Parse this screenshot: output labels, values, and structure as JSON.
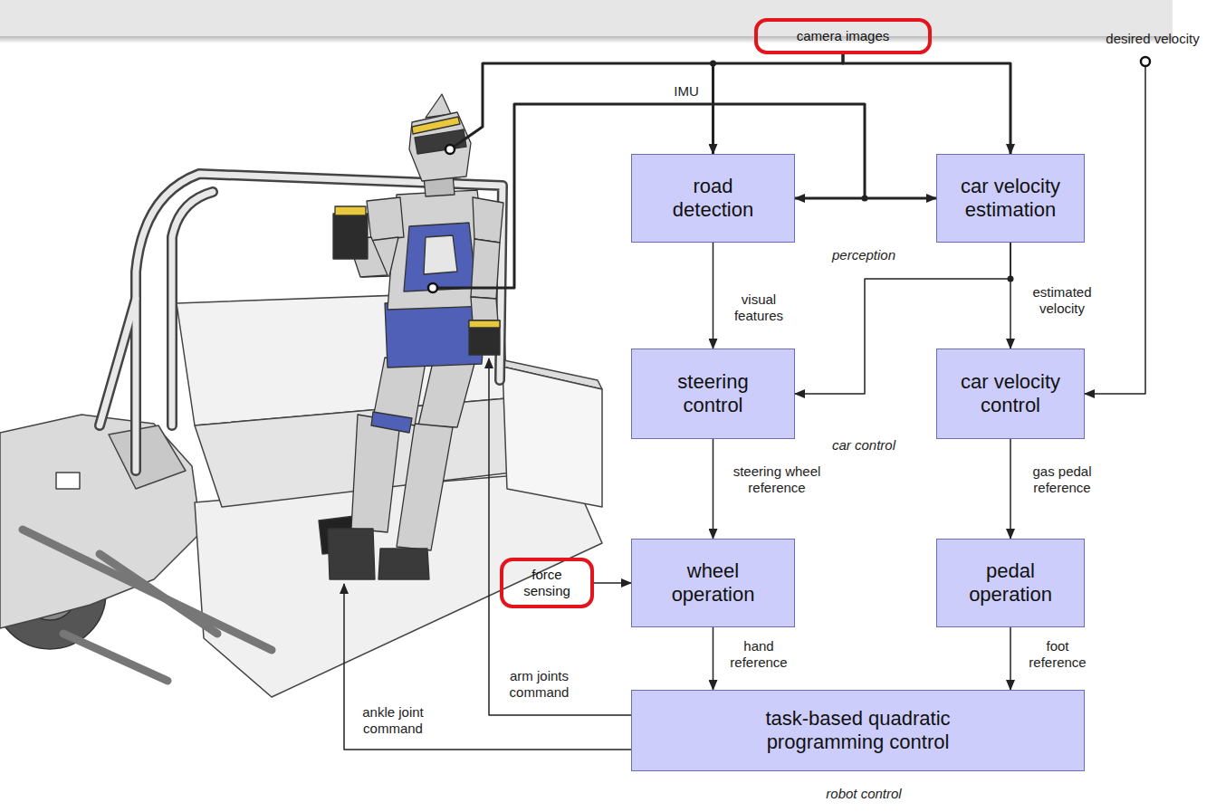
{
  "diagram": {
    "nodes": [
      {
        "text": [
          "camera images"
        ]
      },
      {
        "text": [
          "perception"
        ]
      },
      {
        "text": [
          "road detection"
        ],
        "in": 1
      },
      {
        "text": [
          "car velocity estimation"
        ],
        "in": 1
      },
      {
        "text": [
          "car control"
        ]
      },
      {
        "text": [
          "steering control"
        ],
        "in": 4
      },
      {
        "text": [
          "car velocity control"
        ],
        "in": 4
      },
      {
        "text": [
          "force sensing"
        ]
      },
      {
        "text": [
          "robot control"
        ]
      },
      {
        "text": [
          "wheel operation"
        ],
        "in": 8
      },
      {
        "text": [
          "pedal operation"
        ],
        "in": 8
      },
      {
        "text": [
          "task-based quadratic programming control"
        ],
        "in": 8
      }
    ],
    "edges": [
      {
        "from": 0,
        "to": 2,
        "arrow": "to"
      },
      {
        "from": 0,
        "to": 3,
        "arrow": "to"
      },
      {
        "from": 2,
        "to": 3,
        "arrow": "both"
      },
      {
        "from": 2,
        "to": 5,
        "label": "visual features",
        "arrow": "to"
      },
      {
        "from": 3,
        "to": 6,
        "label": "estimated velocity",
        "arrow": "to"
      },
      {
        "from": 3,
        "to": 5,
        "arrow": "to"
      },
      {
        "from": 5,
        "to": 9,
        "label": "steering wheel reference",
        "arrow": "to"
      },
      {
        "from": 6,
        "to": 10,
        "label": "gas pedal reference",
        "arrow": "to"
      },
      {
        "from": 7,
        "to": 9,
        "arrow": "to"
      },
      {
        "from": 9,
        "to": 11,
        "label": "hand reference",
        "arrow": "to"
      },
      {
        "from": 10,
        "to": 11,
        "label": "foot reference",
        "arrow": "to"
      }
    ],
    "labels": [
      "IMU",
      "desired velocity",
      "arm joints command",
      "ankle joint command"
    ]
  }
}
